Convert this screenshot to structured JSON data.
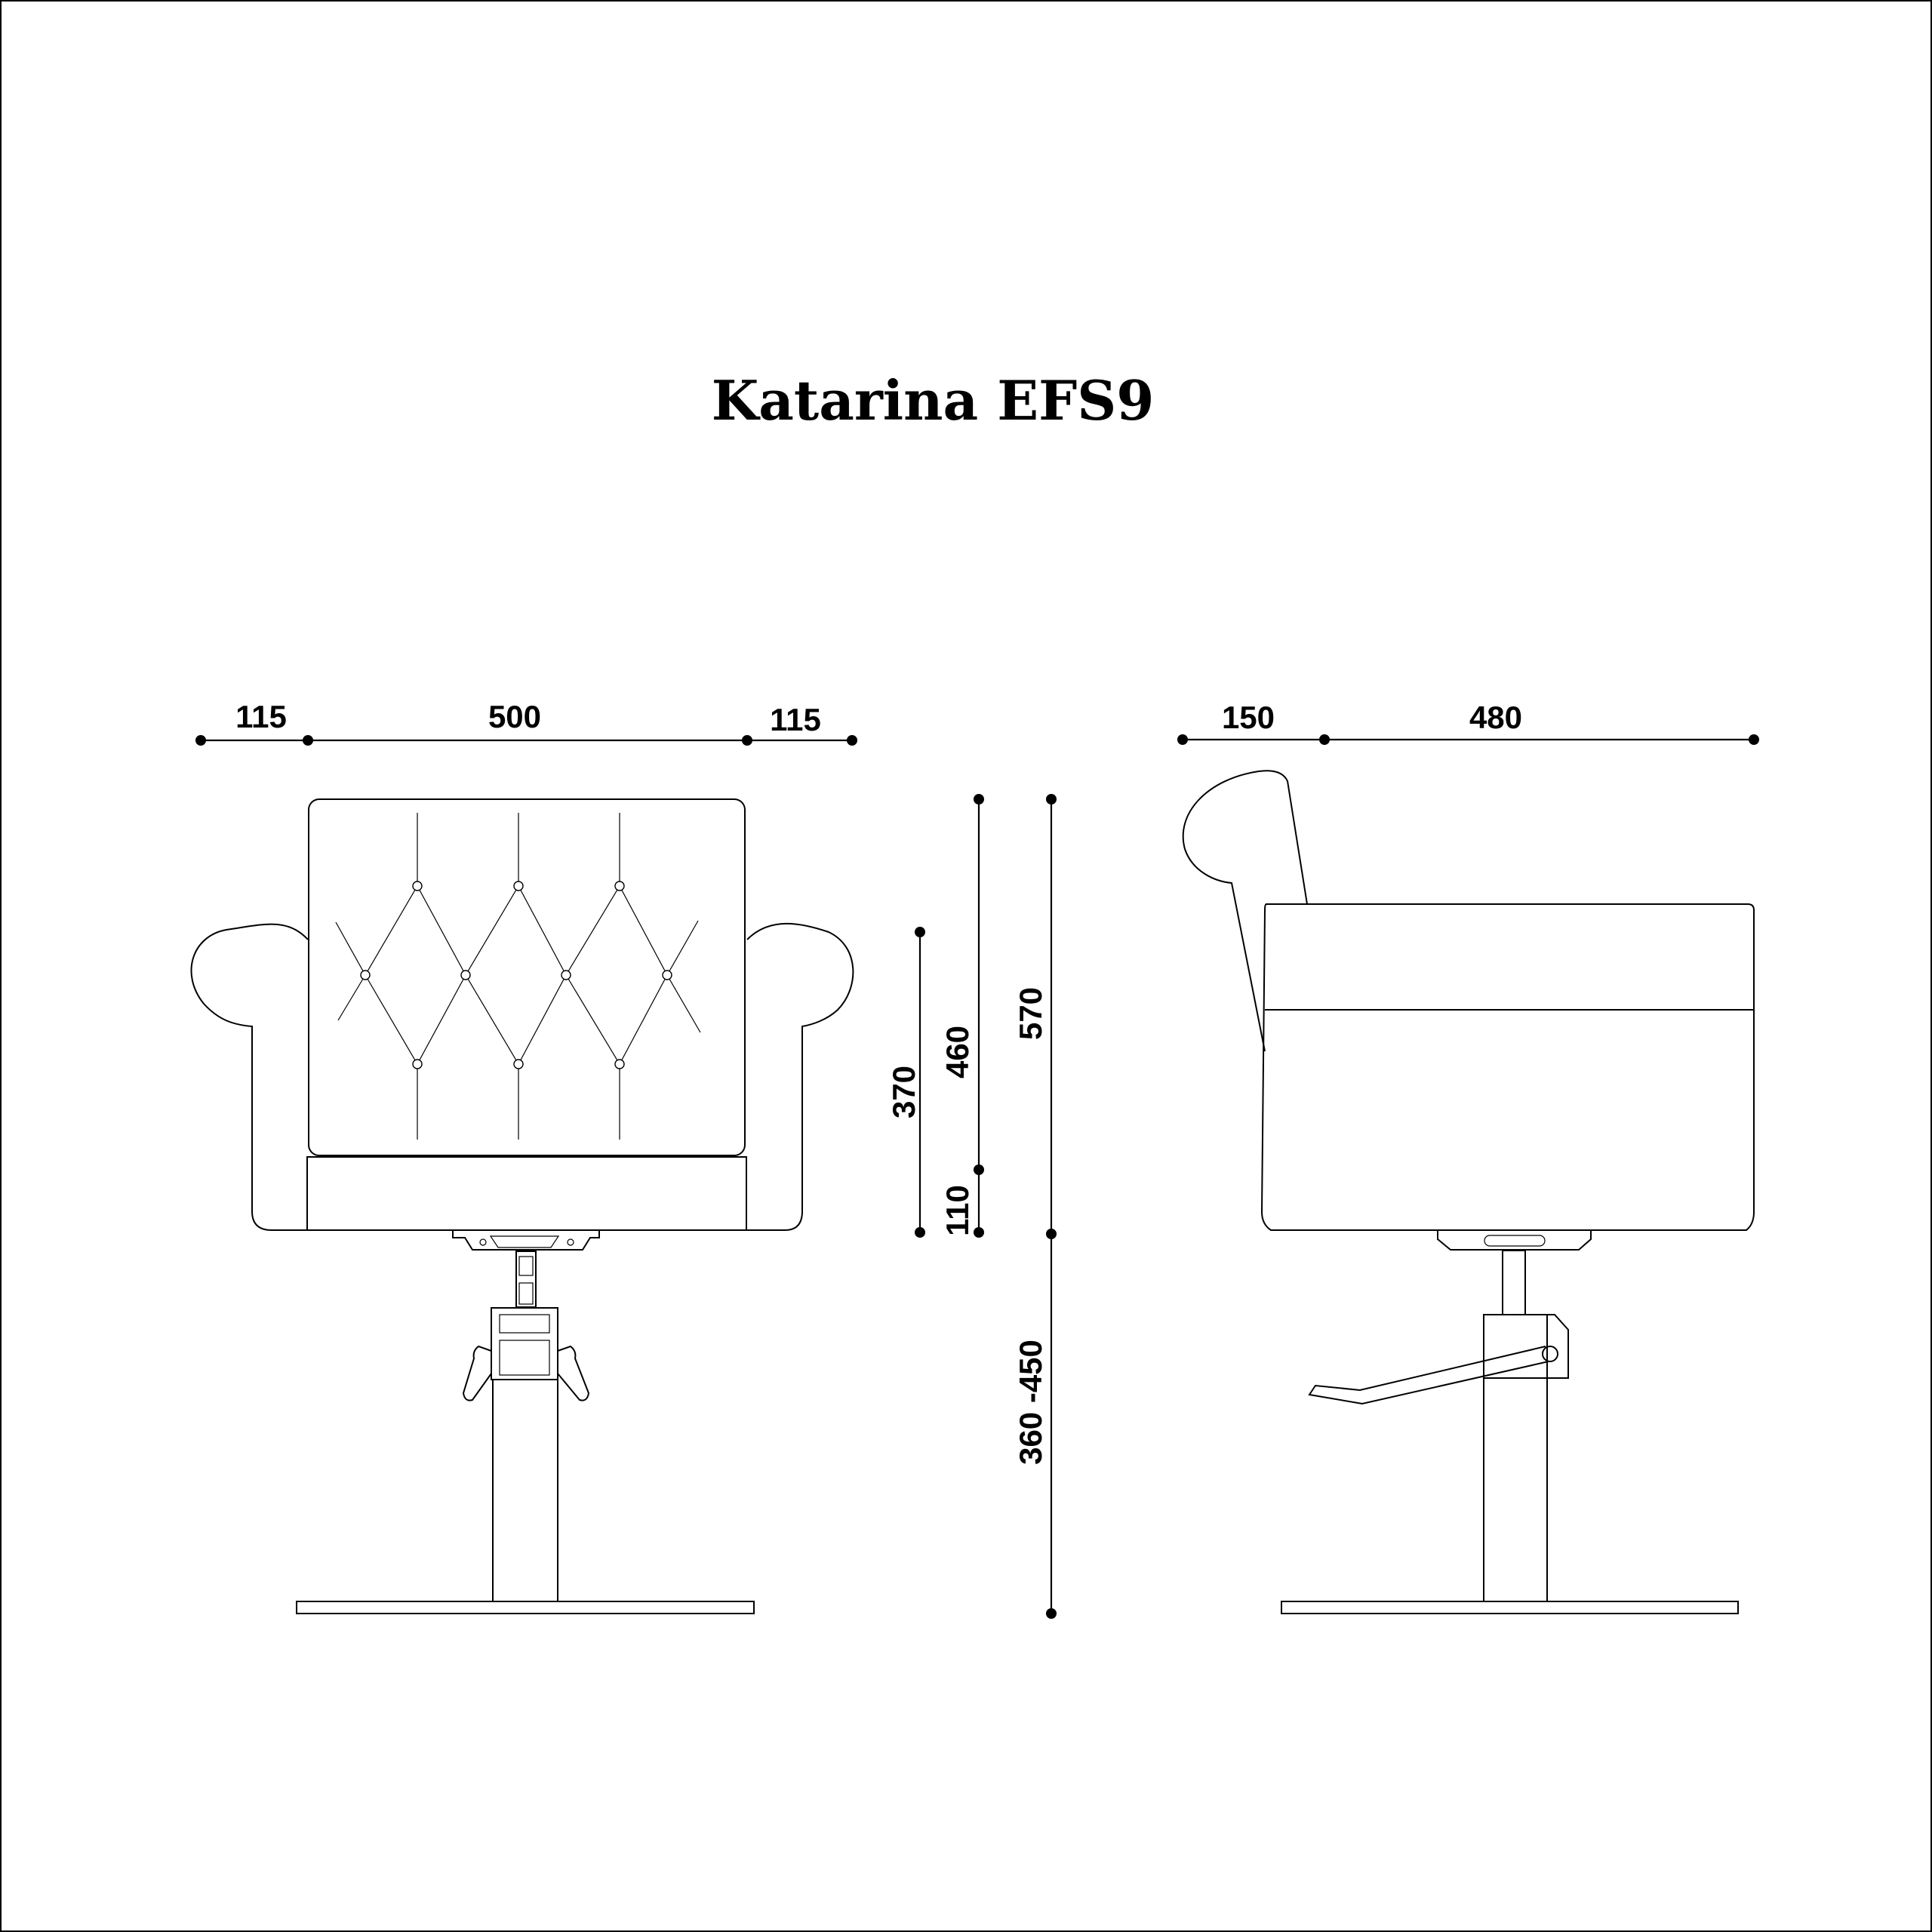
{
  "title": "Katarina EFS9",
  "front_view": {
    "dimensions": {
      "armrest_left_width": "115",
      "seat_width": "500",
      "armrest_right_width": "115",
      "armrest_height": "370",
      "back_height": "460",
      "seat_cushion_height": "110",
      "total_chair_height": "570",
      "base_height_range": "360 -450"
    }
  },
  "side_view": {
    "dimensions": {
      "arm_depth": "150",
      "seat_depth": "480"
    }
  },
  "colors": {
    "line": "#000000",
    "background": "#ffffff"
  }
}
